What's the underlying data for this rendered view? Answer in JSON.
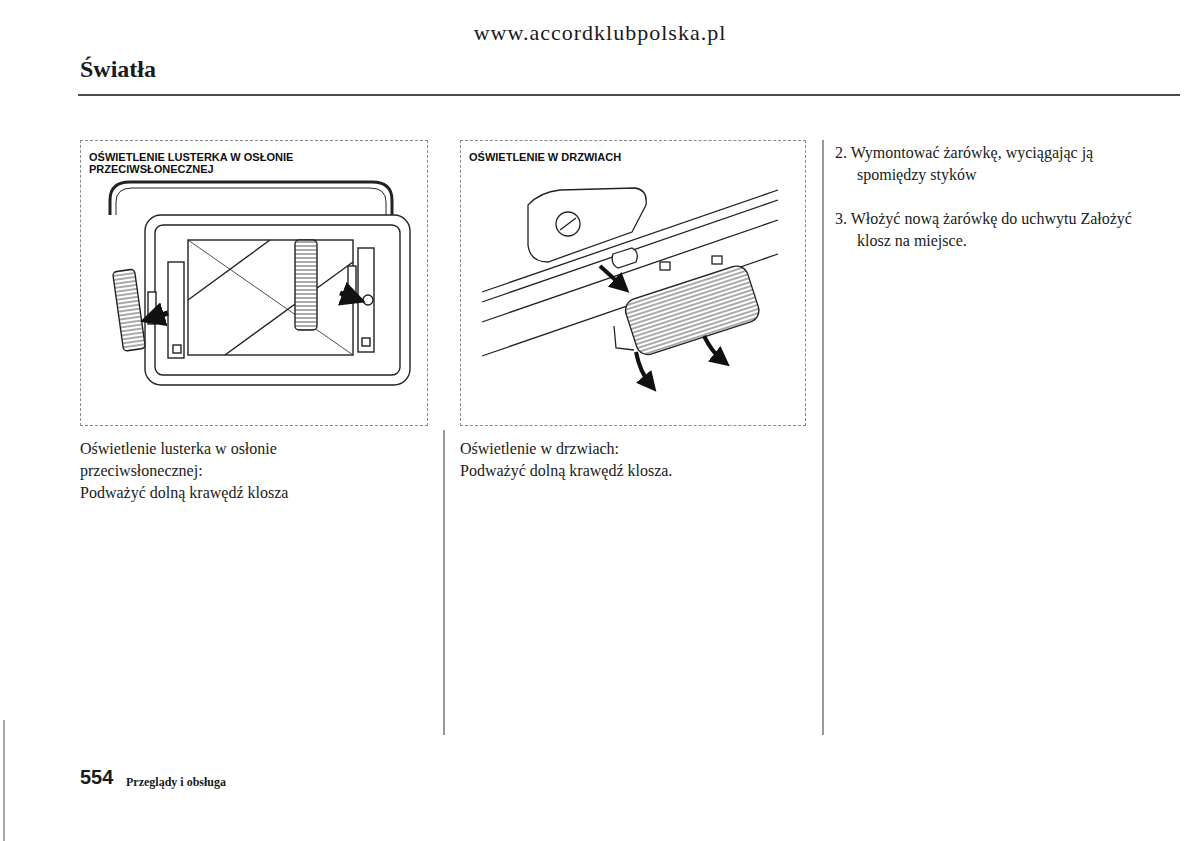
{
  "diagram": {
    "title": "Światła",
    "nodes": [
      {
        "text": [
          "OŚWIETLENIE LUSTERKA W OSŁONIE PRZECIWSŁONECZNEJ"
        ]
      },
      {
        "text": [
          "OŚWIETLENIE W DRZWIACH"
        ]
      }
    ],
    "labels": [
      "www.accordklubpolska.pl",
      "Oświetlenie lusterka w osłonie przeciwsłonecznej:",
      "Podważyć dolną krawędź klosza",
      "Oświetlenie w drzwiach:",
      "Podważyć dolną krawędź klosza.",
      "2. Wymontować żarówkę, wyciągając ją spomiędzy styków",
      "3. Włożyć nową żarówkę do uchwytu Założyć klosz na miejsce.",
      "554",
      "Przeglądy i obsługa"
    ]
  }
}
